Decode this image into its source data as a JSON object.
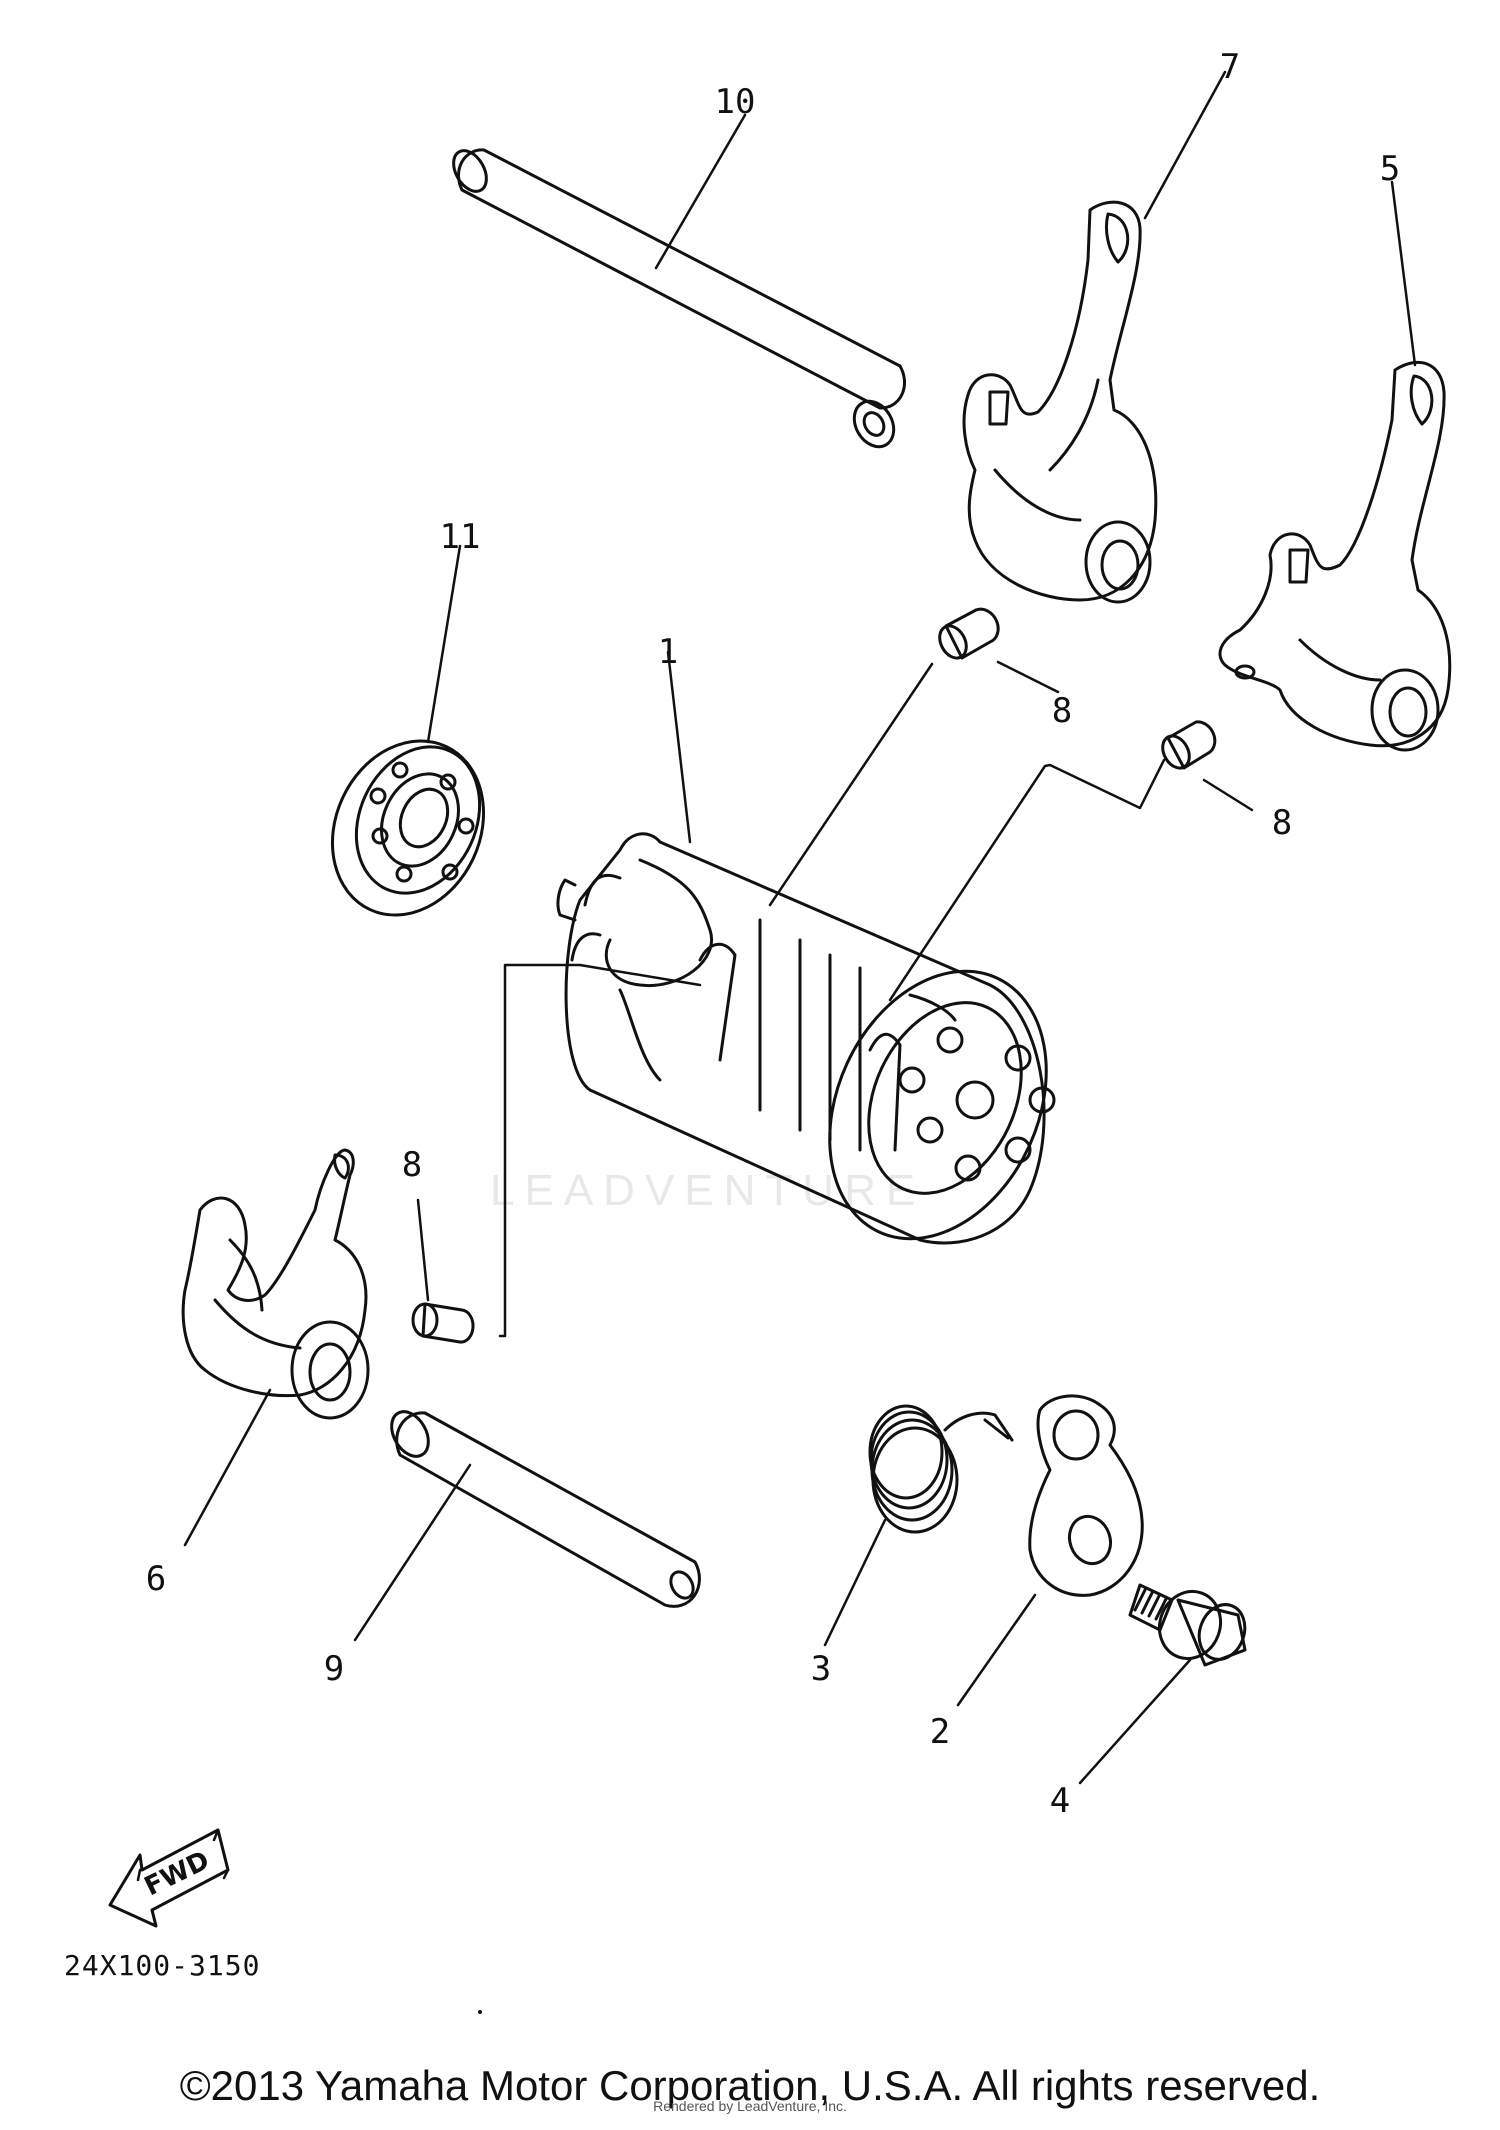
{
  "watermark": "LEADVENTURE",
  "labels": {
    "drum": "1",
    "stopper_lever": "2",
    "torsion_spring": "3",
    "bolt": "4",
    "fork_5": "5",
    "fork_6": "6",
    "fork_7": "7",
    "pin_a": "8",
    "pin_b": "8",
    "pin_c": "8",
    "guide_bar_9": "9",
    "guide_bar_10": "10",
    "bearing": "11"
  },
  "fwd_label": "FWD",
  "diagram_code": "24X100-3150",
  "copyright": "©2013 Yamaha Motor Corporation, U.S.A. All rights reserved.",
  "rendered_by": "Rendered by LeadVenture, Inc."
}
